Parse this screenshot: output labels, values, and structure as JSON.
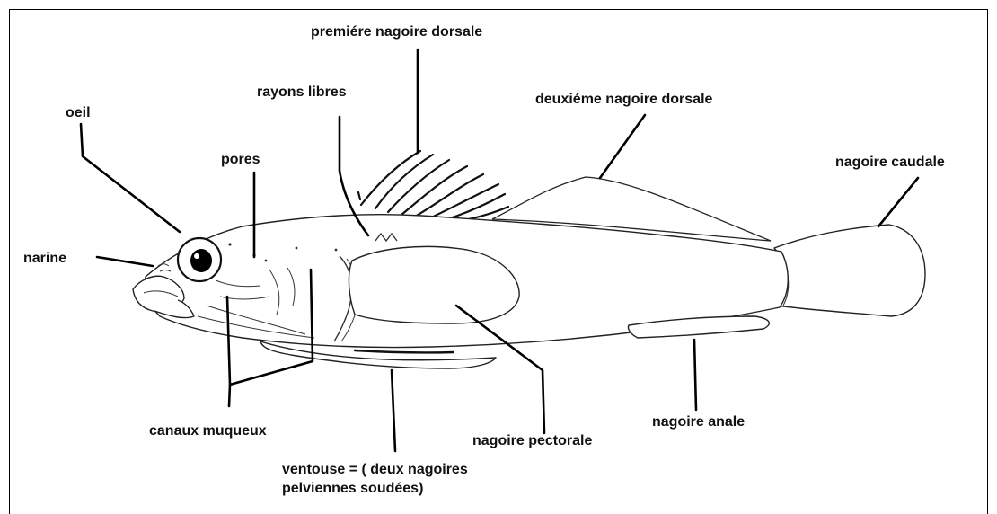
{
  "labels": {
    "premiere_dorsale": "premiére nagoire dorsale",
    "rayons_libres": "rayons libres",
    "deuxieme_dorsale": "deuxiéme nagoire dorsale",
    "oeil": "oeil",
    "pores": "pores",
    "caudale": "nagoire caudale",
    "narine": "narine",
    "canaux": "canaux muqueux",
    "pectorale": "nagoire pectorale",
    "anale": "nagoire anale",
    "ventouse_line1": "ventouse = ( deux nagoires",
    "ventouse_line2": "pelviennes soudées)"
  }
}
